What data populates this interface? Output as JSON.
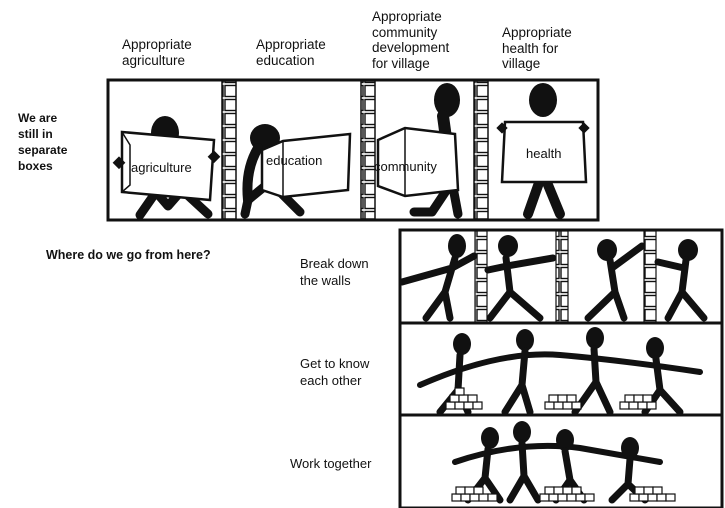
{
  "headers": {
    "agriculture": [
      "Appropriate",
      "agriculture"
    ],
    "education": [
      "Appropriate",
      "education"
    ],
    "community": [
      "Appropriate",
      "community",
      "development",
      "for village"
    ],
    "health": [
      "Appropriate",
      "health for",
      "village"
    ]
  },
  "side_label": [
    "We are",
    "still in",
    "separate",
    "boxes"
  ],
  "box_words": {
    "agriculture": "agriculture",
    "education": "education",
    "community": "community",
    "health": "health"
  },
  "question": "Where do we go from here?",
  "rows": {
    "break": [
      "Break down",
      "the walls"
    ],
    "know": [
      "Get to know",
      "each other"
    ],
    "work": [
      "Work together"
    ]
  },
  "colors": {
    "ink": "#111111",
    "paper": "#ffffff"
  },
  "icons": [
    "person-with-sign-icon",
    "person-pushing-wall-icon",
    "person-holding-hands-icon",
    "brick-pile-icon",
    "ladder-wall-icon"
  ]
}
